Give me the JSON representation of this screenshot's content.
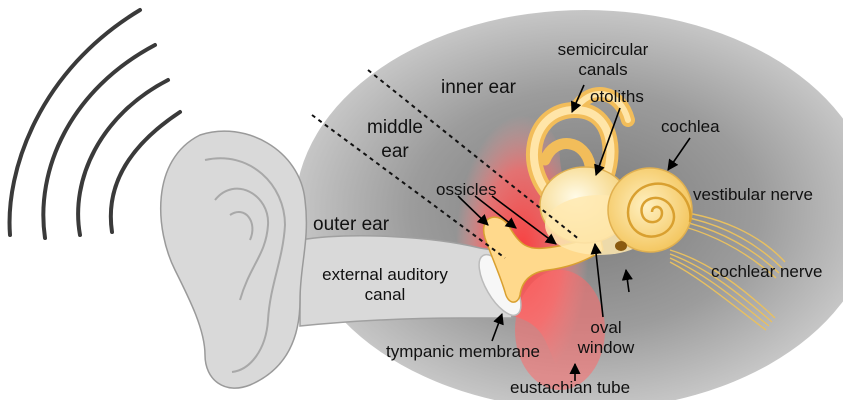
{
  "labels": {
    "inner_ear": "inner ear",
    "middle_ear_line1": "middle",
    "middle_ear_line2": "ear",
    "outer_ear": "outer ear",
    "semicircular_line1": "semicircular",
    "semicircular_line2": "canals",
    "otoliths": "otoliths",
    "cochlea": "cochlea",
    "ossicles": "ossicles",
    "vestibular_nerve": "vestibular nerve",
    "cochlear_nerve": "cochlear nerve",
    "external_canal_line1": "external auditory",
    "external_canal_line2": "canal",
    "oval_window_line1": "oval",
    "oval_window_line2": "window",
    "tympanic_membrane": "tympanic membrane",
    "eustachian_tube": "eustachian tube"
  },
  "colors": {
    "background_blob": "#a8a8a8",
    "outer_ear_fill": "#d9d9d9",
    "middle_ear_glow": "#ff5a5a",
    "bone_fill": "#ffd98c",
    "bone_stroke": "#d9a030",
    "nerve_stroke": "#e8c060"
  }
}
